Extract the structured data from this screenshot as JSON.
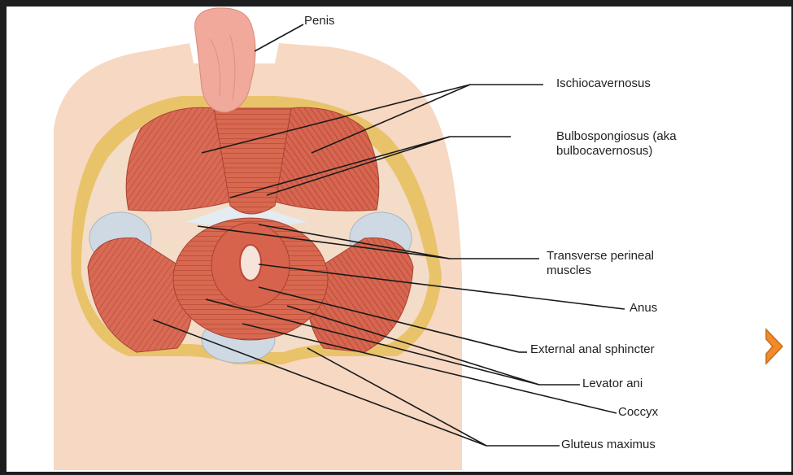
{
  "labels": {
    "penis": "Penis",
    "ischiocavernosus": "Ischiocavernosus",
    "bulbospongiosus": "Bulbospongiosus (aka",
    "bulbospongiosus_cont": "bulbocavernosus)",
    "transverse": "Transverse perineal",
    "transverse_cont": "muscles",
    "anus": "Anus",
    "external_sphincter": "External anal sphincter",
    "levator": "Levator ani",
    "coccyx": "Coccyx",
    "gluteus": "Gluteus maximus"
  },
  "colors": {
    "skin": "#f6d8c3",
    "fat": "#e9c36a",
    "muscle": "#d96a55",
    "muscle_dark": "#b9483a",
    "ligament": "#cfd9e3",
    "nav_arrow": "#f08a2c",
    "background": "#1e1e1e"
  },
  "icons": {
    "nav": "chevron-right-icon"
  }
}
